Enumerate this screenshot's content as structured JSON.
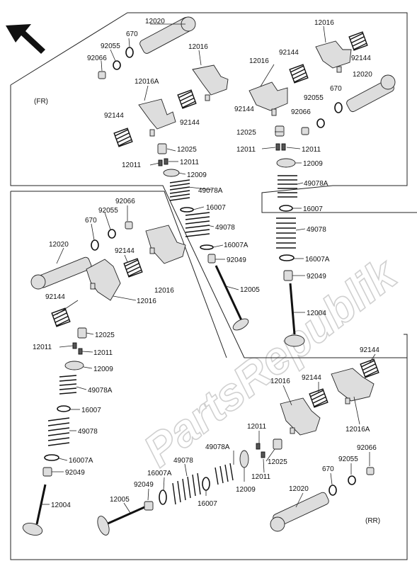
{
  "diagram": {
    "watermark": "PartsRepublik",
    "sections": {
      "front": "(FR)",
      "rear": "(RR)"
    },
    "callouts": {
      "c01": "12020",
      "c02": "670",
      "c03": "92055",
      "c04": "92066",
      "c05": "12016",
      "c06": "12016A",
      "c07": "92144",
      "c08": "92144",
      "c09": "12025",
      "c10": "12011",
      "c11": "12011",
      "c12": "12009",
      "c13": "12016",
      "c14": "92144",
      "c15": "12016",
      "c16": "92144",
      "c17": "92144",
      "c18": "12020",
      "c19": "92055",
      "c20": "670",
      "c21": "92066",
      "c22": "12025",
      "c23": "12011",
      "c24": "12011",
      "c25": "12009",
      "c26": "49078A",
      "c27": "16007",
      "c28": "49078",
      "c29": "16007A",
      "c30": "92049",
      "c31": "12005",
      "c32": "49078A",
      "c33": "16007",
      "c34": "49078",
      "c35": "16007A",
      "c36": "92049",
      "c37": "12004",
      "c38": "92066",
      "c39": "92055",
      "c40": "670",
      "c41": "12020",
      "c42": "92144",
      "c43": "12016",
      "c44": "92144",
      "c45": "12016",
      "c46": "12025",
      "c47": "12011",
      "c48": "12011",
      "c49": "12009",
      "c50": "49078A",
      "c51": "16007",
      "c52": "49078",
      "c53": "16007A",
      "c54": "92049",
      "c55": "12004",
      "c56": "92144",
      "c57": "12016",
      "c58": "92144",
      "c59": "12016A",
      "c60": "12011",
      "c61": "12025",
      "c62": "12011",
      "c63": "49078A",
      "c64": "49078",
      "c65": "16007A",
      "c66": "92049",
      "c67": "12005",
      "c68": "16007",
      "c69": "12009",
      "c70": "92066",
      "c71": "92055",
      "c72": "670",
      "c73": "12020"
    }
  }
}
